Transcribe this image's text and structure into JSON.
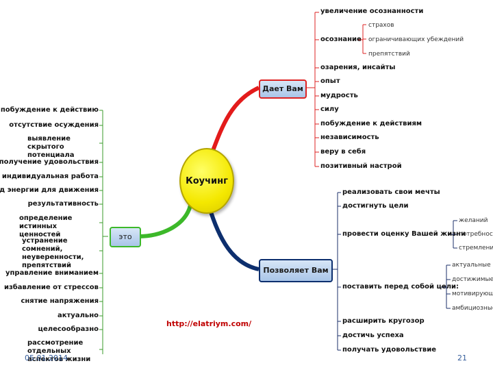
{
  "center": "Коучинг",
  "branches": {
    "daet": {
      "label": "Дает Вам",
      "items": [
        "увеличение осознанности",
        "осознание",
        "озарения, инсайты",
        "опыт",
        "мудрость",
        "силу",
        "побуждение к действиям",
        "независимость",
        "веру в себя",
        "позитивный настрой"
      ],
      "awareness_items": [
        "страхов",
        "ограничивающих убеждений",
        "препятствий"
      ]
    },
    "pozvolyaet": {
      "label": "Позволяет Вам",
      "items": [
        "реализовать свои мечты",
        "достигнуть цели",
        "провести оценку Вашей жизни",
        "поставить перед собой цели:",
        "расширить кругозор",
        "достичь успеха",
        "получать удовольствие"
      ],
      "assess_items": [
        "желаний",
        "потребностей",
        "стремлений"
      ],
      "goals_items": [
        "актуальные",
        "достижимые",
        "мотивирующие",
        "амбициозные"
      ]
    },
    "eto": {
      "label": "это",
      "items": [
        "побуждение к действию",
        "отсутствие осуждения",
        "выявление скрытого потенциала",
        "получение удовольствия",
        "индивидуальная работа",
        "заряд энергии для движения",
        "результативность",
        "определение истинных ценностей",
        "устранение сомнений, неуверенности, препятствий",
        "управление вниманием",
        "избавление от стрессов",
        "снятие напряжения",
        "актуально",
        "целесообразно",
        "рассмотрение отдельных аспектов жизни"
      ]
    }
  },
  "url": "http://elatriym.com/",
  "footer": {
    "date": "05.01.2014",
    "page": "21"
  },
  "colors": {
    "red_branch": "#e31b1b",
    "green_branch": "#3cb829",
    "navy_branch": "#0d2f6e",
    "thin_red": "#d22",
    "thin_navy": "#1b2f6a",
    "thin_green": "#3a9b2a"
  }
}
